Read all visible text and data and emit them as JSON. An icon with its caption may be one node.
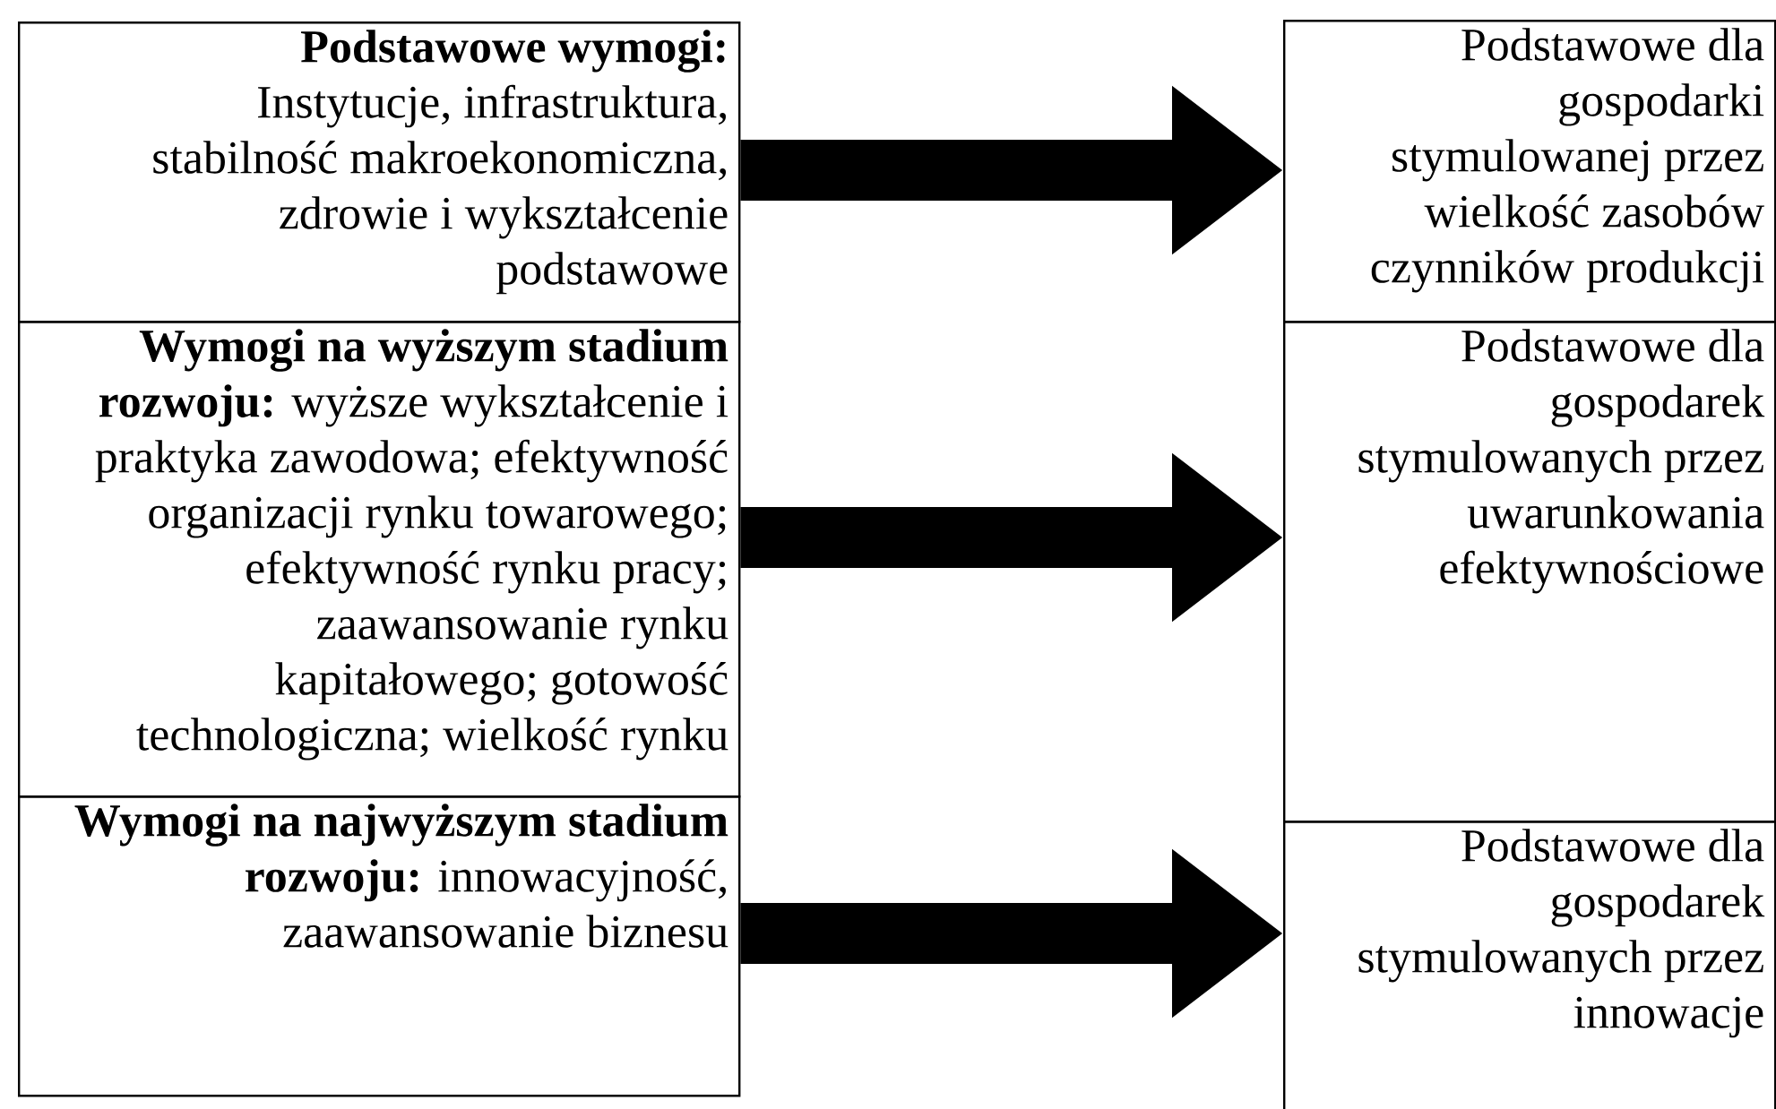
{
  "diagram": {
    "nodes": [
      {
        "text": [
          "Podstawowe wymogi:",
          "Instytucje, infrastruktura, stabilność makroekonomiczna, zdrowie i wykształcenie podstawowe"
        ]
      },
      {
        "text": [
          "**Wymogi na wyższym stadium rozwoju:** wyższe wykształcenie i praktyka zawodowa; efektywność organizacji rynku towarowego; efektywność rynku pracy; zaawansowanie rynku kapitałowego; gotowość technologiczna; wielkość rynku"
        ]
      },
      {
        "text": [
          "**Wymogi na najwyższym stadium rozwoju:** innowacyjność, zaawansowanie biznesu"
        ]
      },
      {
        "text": [
          "Podstawowe dla gospodarki stymulowanej przez wielkość zasobów czynników produkcji"
        ]
      },
      {
        "text": [
          "Podstawowe dla gospodarek stymulowanych przez uwarunkowania efektywnościowe"
        ]
      },
      {
        "text": [
          "Podstawowe dla gospodarek stymulowanych przez innowacje"
        ]
      }
    ],
    "edges": [
      {
        "from": 0,
        "to": 3,
        "arrow": "to"
      },
      {
        "from": 1,
        "to": 4,
        "arrow": "to"
      },
      {
        "from": 2,
        "to": 5,
        "arrow": "to"
      }
    ]
  }
}
